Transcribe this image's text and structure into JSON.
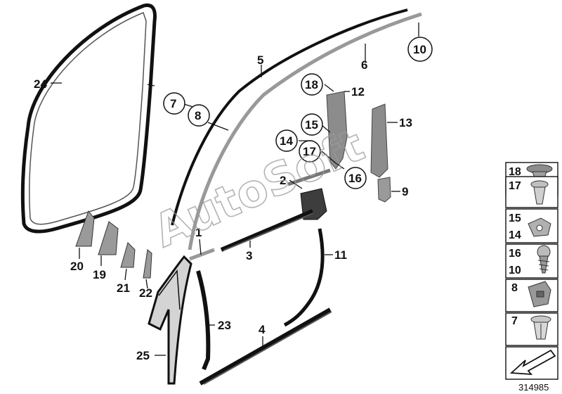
{
  "watermark": "AutoSoft",
  "doc_number": "314985",
  "callouts": {
    "c24": "24",
    "c5": "5",
    "c6": "6",
    "c10": "10",
    "c7": "7",
    "c8": "8",
    "c18": "18",
    "c12": "12",
    "c15": "15",
    "c13": "13",
    "c14": "14",
    "c17": "17",
    "c16": "16",
    "c2": "2",
    "c9": "9",
    "c1": "1",
    "c3": "3",
    "c11": "11",
    "c20": "20",
    "c19": "19",
    "c21": "21",
    "c22": "22",
    "c23": "23",
    "c4": "4",
    "c25": "25"
  },
  "legend": {
    "l18": "18",
    "l17": "17",
    "l15": "15",
    "l14": "14",
    "l16": "16",
    "l10": "10",
    "l8": "8",
    "l7": "7"
  },
  "colors": {
    "line": "#111111",
    "part_fill": "#8c8c8c",
    "part_dark": "#4a4a4a",
    "watermark": "#9a9a9a"
  }
}
